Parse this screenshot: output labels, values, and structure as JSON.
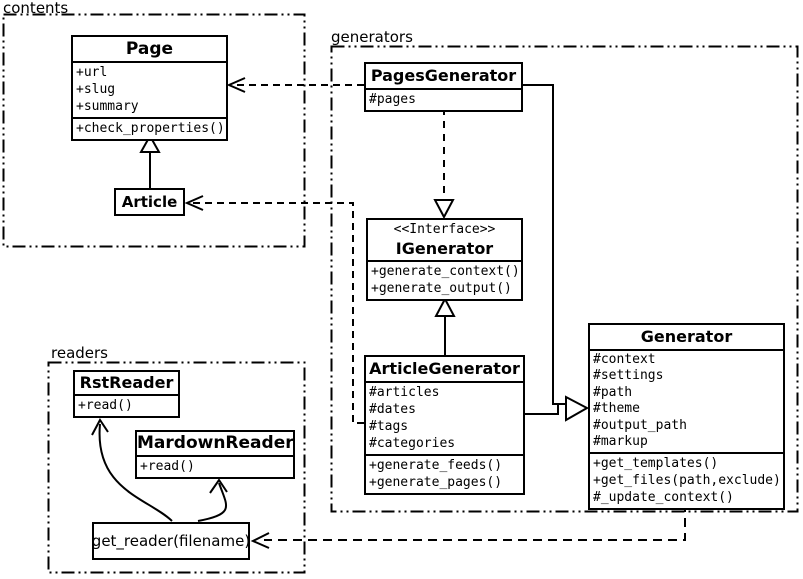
{
  "diagram": {
    "background": "#ffffff",
    "line_color": "#000000",
    "box_fill": "#ffffff"
  },
  "packages": {
    "contents": {
      "label": "contents"
    },
    "generators": {
      "label": "generators"
    },
    "readers": {
      "label": "readers"
    }
  },
  "classes": {
    "page": {
      "name": "Page",
      "attributes": [
        "+url",
        "+slug",
        "+summary"
      ],
      "methods": [
        "+check_properties()"
      ]
    },
    "article": {
      "name": "Article"
    },
    "pages_generator": {
      "name": "PagesGenerator",
      "attributes": [
        "#pages"
      ]
    },
    "igenerator": {
      "stereotype": "<<Interface>>",
      "name": "IGenerator",
      "methods": [
        "+generate_context()",
        "+generate_output()"
      ]
    },
    "article_generator": {
      "name": "ArticleGenerator",
      "attributes": [
        "#articles",
        "#dates",
        "#tags",
        "#categories"
      ],
      "methods": [
        "+generate_feeds()",
        "+generate_pages()"
      ]
    },
    "generator": {
      "name": "Generator",
      "attributes": [
        "#context",
        "#settings",
        "#path",
        "#theme",
        "#output_path",
        "#markup"
      ],
      "methods": [
        "+get_templates()",
        "+get_files(path,exclude)",
        "#_update_context()"
      ]
    },
    "rst_reader": {
      "name": "RstReader",
      "methods": [
        "+read()"
      ]
    },
    "mardown_reader": {
      "name": "MardownReader",
      "methods": [
        "+read()"
      ]
    },
    "get_reader": {
      "name": "get_reader(filename)"
    }
  },
  "relationships": [
    {
      "from": "Article",
      "to": "Page",
      "type": "inheritance"
    },
    {
      "from": "PagesGenerator",
      "to": "Page",
      "type": "dependency"
    },
    {
      "from": "ArticleGenerator",
      "to": "Article",
      "type": "dependency"
    },
    {
      "from": "PagesGenerator",
      "to": "IGenerator",
      "type": "realization"
    },
    {
      "from": "ArticleGenerator",
      "to": "IGenerator",
      "type": "inheritance"
    },
    {
      "from": "PagesGenerator",
      "to": "Generator",
      "type": "inheritance"
    },
    {
      "from": "ArticleGenerator",
      "to": "Generator",
      "type": "inheritance"
    },
    {
      "from": "Generator",
      "to": "get_reader(filename)",
      "type": "dependency"
    },
    {
      "from": "get_reader(filename)",
      "to": "RstReader",
      "type": "arrow"
    },
    {
      "from": "get_reader(filename)",
      "to": "MardownReader",
      "type": "arrow"
    }
  ]
}
